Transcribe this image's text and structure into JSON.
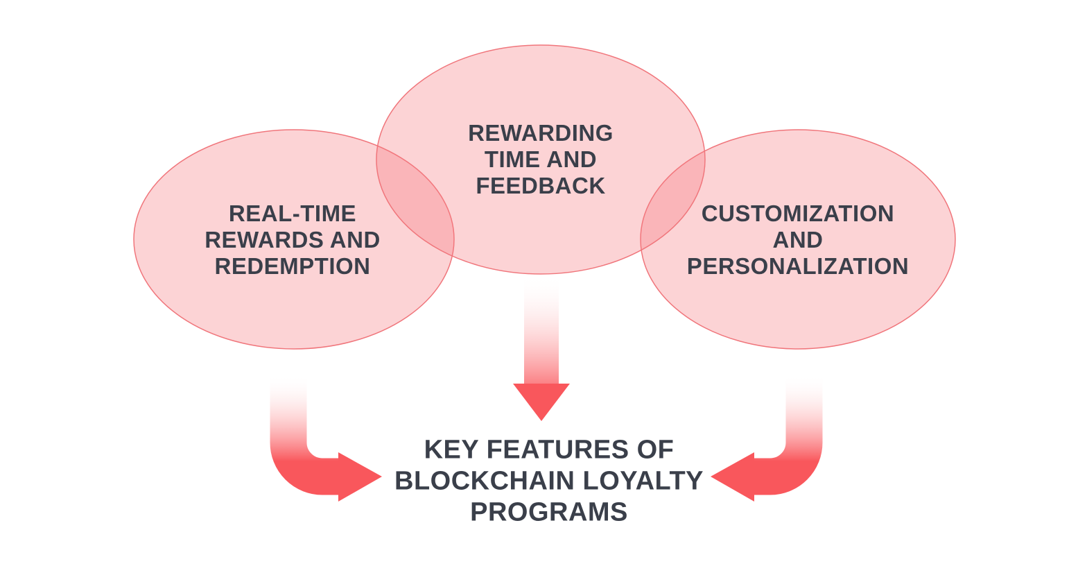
{
  "diagram": {
    "title": {
      "line1": "KEY FEATURES OF",
      "line2": "BLOCKCHAIN LOYALTY",
      "line3": "PROGRAMS"
    },
    "ellipses": [
      {
        "id": "real-time-rewards-and-redemption",
        "lines": [
          "REAL-TIME",
          "REWARDS AND",
          "REDEMPTION"
        ]
      },
      {
        "id": "rewarding-time-and-feedback",
        "lines": [
          "REWARDING",
          "TIME AND",
          "FEEDBACK"
        ]
      },
      {
        "id": "customization-and-personalization",
        "lines": [
          "CUSTOMIZATION",
          "AND",
          "PERSONALIZATION"
        ]
      }
    ],
    "arrows": [
      {
        "id": "arrow-left",
        "from": "real-time-rewards-and-redemption",
        "to": "title",
        "shape": "elbow-down-right"
      },
      {
        "id": "arrow-down",
        "from": "rewarding-time-and-feedback",
        "to": "title",
        "shape": "straight-down"
      },
      {
        "id": "arrow-right",
        "from": "customization-and-personalization",
        "to": "title",
        "shape": "elbow-down-left"
      }
    ]
  },
  "colors": {
    "ellipse-fill": "#f6787e",
    "ellipse-stroke": "#f0757b",
    "arrow-red": "#f9575c",
    "text-dark": "#3a3f4a",
    "background": "#ffffff"
  }
}
